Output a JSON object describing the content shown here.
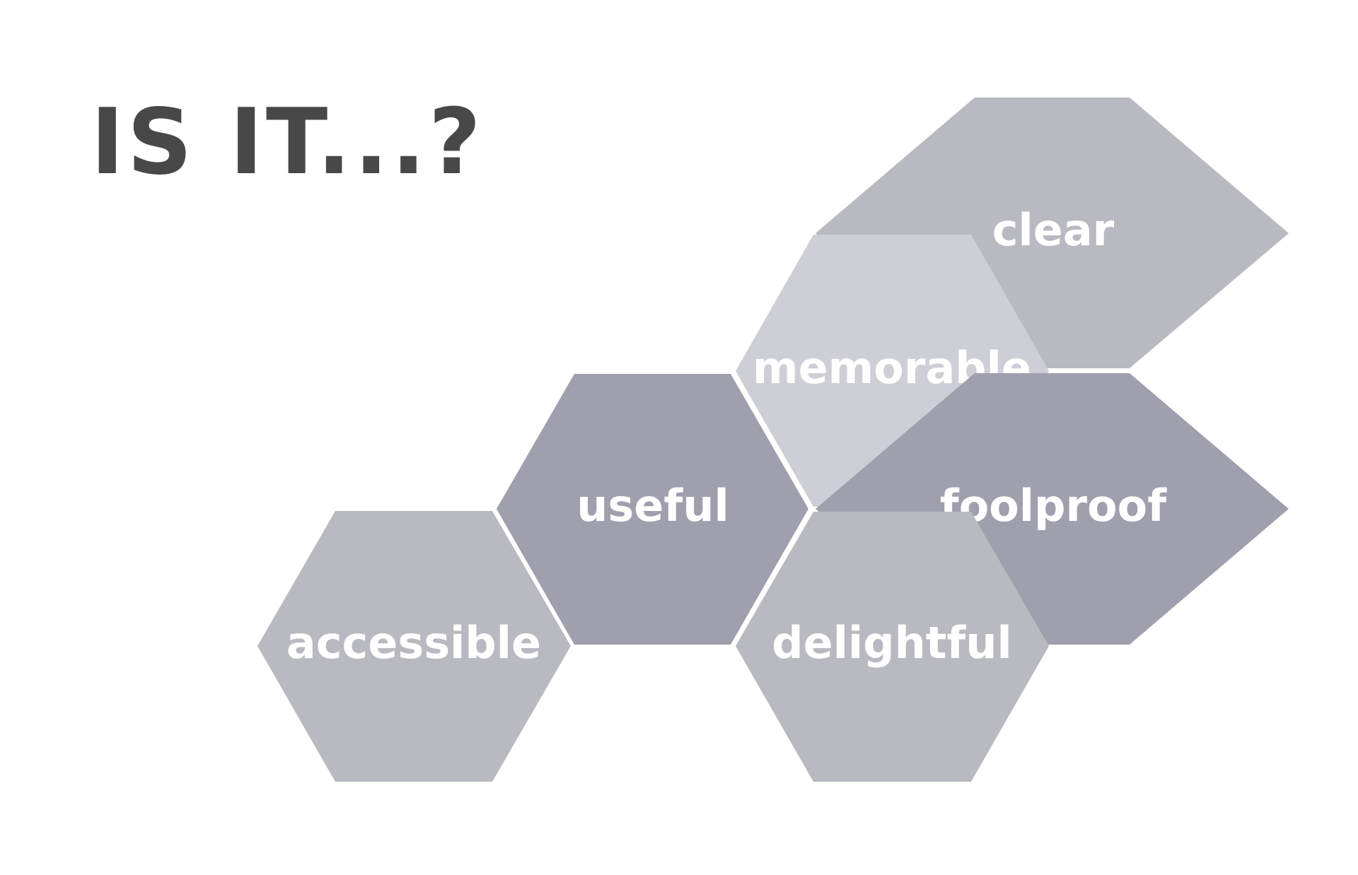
{
  "title": "IS IT...?",
  "hexagons": [
    {
      "label": "clear",
      "color": "#b9b9c2"
    },
    {
      "label": "memorable",
      "color": "#cecfd6"
    },
    {
      "label": "foolproof",
      "color": "#a09fad"
    },
    {
      "label": "useful",
      "color": "#a09fad"
    },
    {
      "label": "delightful",
      "color": "#b9b9c2"
    },
    {
      "label": "accessible",
      "color": "#b9b9c2"
    }
  ]
}
